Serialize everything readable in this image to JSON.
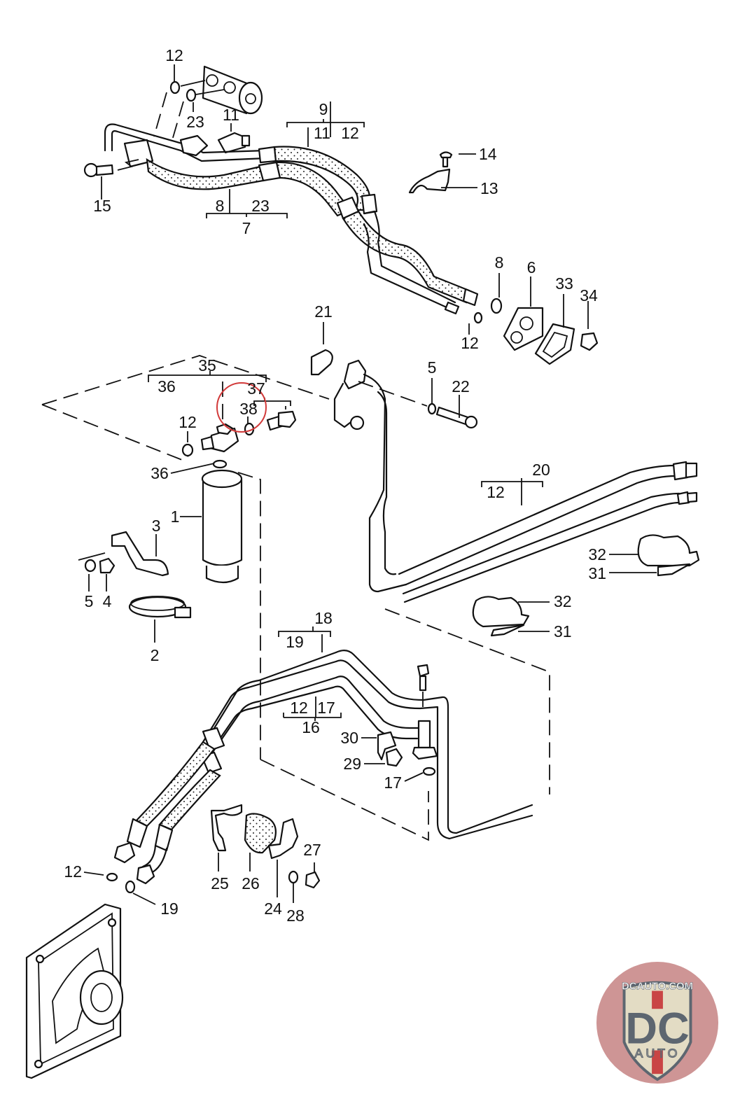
{
  "diagram": {
    "title": "Air conditioning lines, receiver-drier and condenser fan assembly",
    "callouts": {
      "c12a": "12",
      "c23a": "23",
      "c11a": "11",
      "c9": "9",
      "c9_11": "11",
      "c9_12": "12",
      "c14": "14",
      "c13": "13",
      "c15": "15",
      "c7_8": "8",
      "c7_23": "23",
      "c7": "7",
      "c8b": "8",
      "c6": "6",
      "c33": "33",
      "c34": "34",
      "c12b": "12",
      "c21": "21",
      "c35": "35",
      "c36a": "36",
      "c37": "37",
      "c38": "38",
      "c5a": "5",
      "c22": "22",
      "c12c": "12",
      "c36b": "36",
      "c20": "20",
      "c20_12": "12",
      "c1": "1",
      "c3": "3",
      "c5b": "5",
      "c4": "4",
      "c32a": "32",
      "c31a": "31",
      "c32b": "32",
      "c31b": "31",
      "c2": "2",
      "c18": "18",
      "c19a": "19",
      "c16_12": "12",
      "c16_17": "17",
      "c16": "16",
      "c30": "30",
      "c29": "29",
      "c17": "17",
      "c12d": "12",
      "c19b": "19",
      "c25": "25",
      "c26": "26",
      "c24": "24",
      "c27": "27",
      "c28": "28"
    },
    "highlight": {
      "part": "38",
      "color": "#d23a3a"
    }
  },
  "logo": {
    "top_text": "DCAUTO.COM",
    "main_text": "DC",
    "sub_text": "AUTO",
    "colors": {
      "ring": "#c98a8a",
      "shield": "#e3dcc4",
      "letters": "#5d6670",
      "stripe": "#c94545"
    }
  }
}
